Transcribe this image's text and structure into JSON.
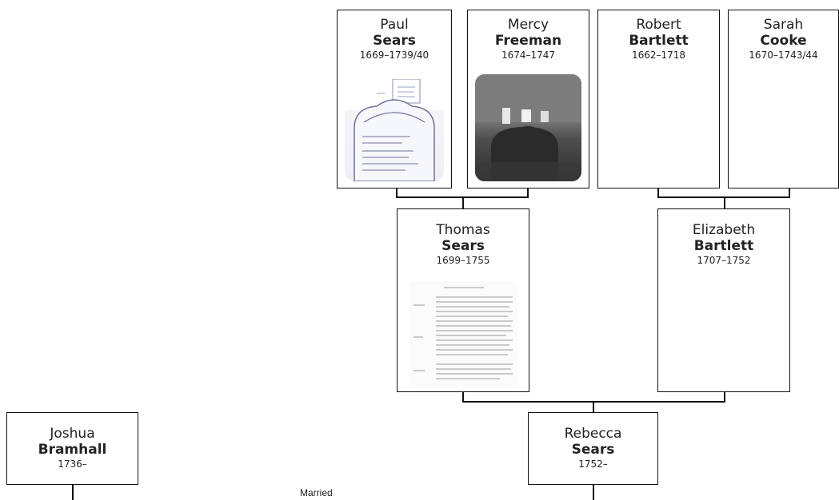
{
  "people": {
    "paul": {
      "given": "Paul",
      "surname": "Sears",
      "dates": "1669–1739/40",
      "photo": "headstone-sketch"
    },
    "mercy": {
      "given": "Mercy",
      "surname": "Freeman",
      "dates": "1674–1747",
      "photo": "cemetery-photo"
    },
    "robert": {
      "given": "Robert",
      "surname": "Bartlett",
      "dates": "1662–1718"
    },
    "sarah": {
      "given": "Sarah",
      "surname": "Cooke",
      "dates": "1670–1743/44"
    },
    "thomas": {
      "given": "Thomas",
      "surname": "Sears",
      "dates": "1699–1755",
      "photo": "document-page"
    },
    "elizabeth": {
      "given": "Elizabeth",
      "surname": "Bartlett",
      "dates": "1707–1752"
    },
    "joshua": {
      "given": "Joshua",
      "surname": "Bramhall",
      "dates": "1736–"
    },
    "rebecca": {
      "given": "Rebecca",
      "surname": "Sears",
      "dates": "1752–"
    }
  },
  "marriage_label": "Married",
  "colors": {
    "border": "#111111",
    "background": "#ffffff"
  }
}
